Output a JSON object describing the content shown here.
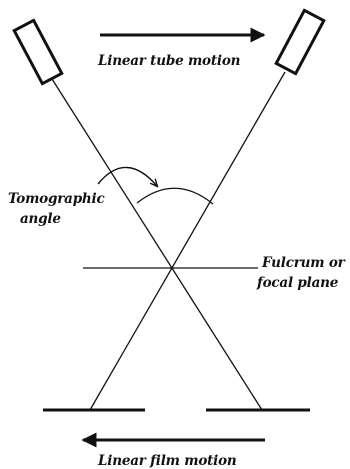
{
  "labels": {
    "tube_motion": "Linear tube motion",
    "angle_line1": "Tomographic",
    "angle_line2": "angle",
    "fulcrum_line1": "Fulcrum or",
    "fulcrum_line2": "focal plane",
    "film_motion": "Linear film motion"
  }
}
